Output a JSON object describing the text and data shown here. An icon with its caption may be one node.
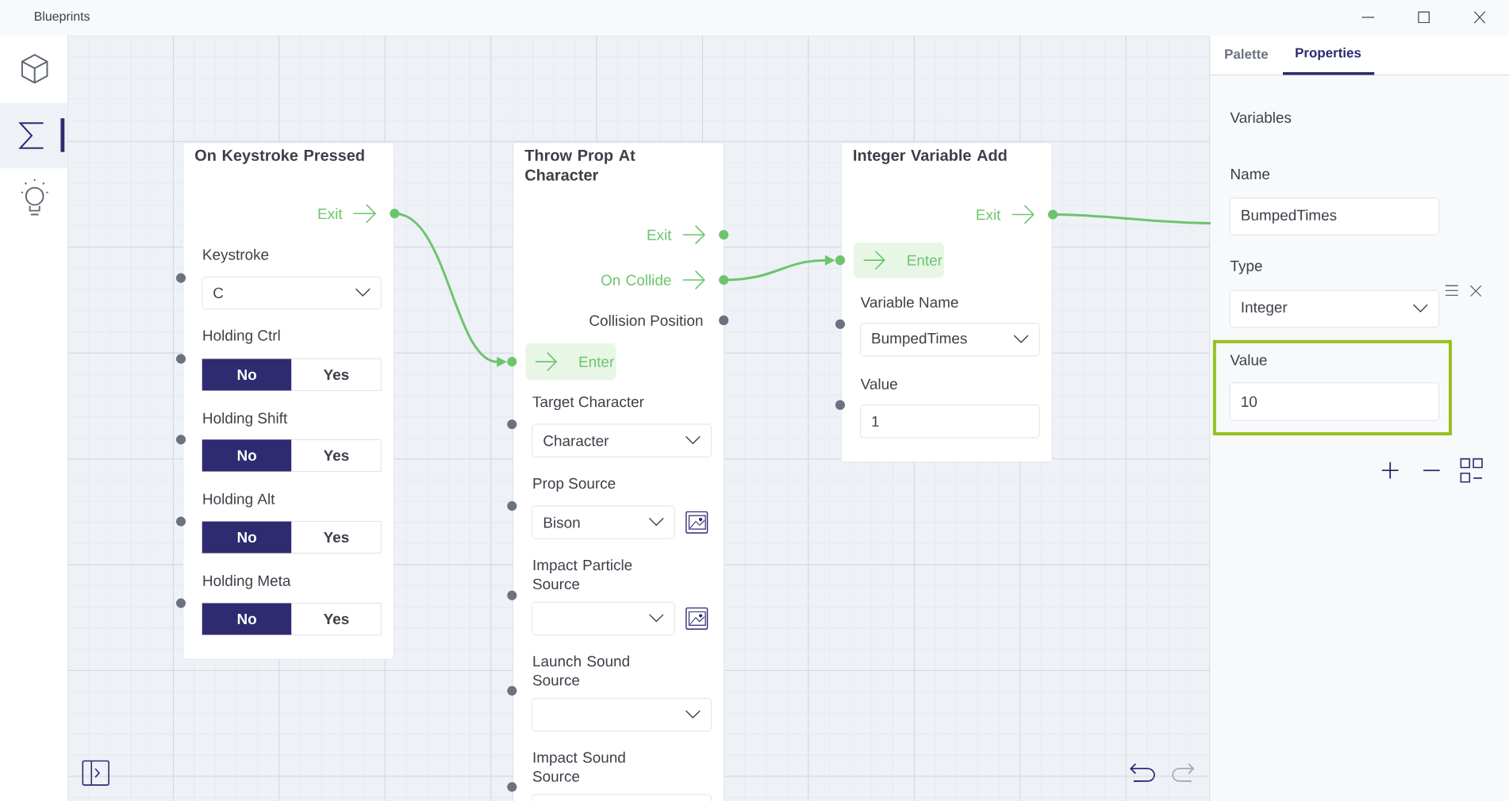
{
  "diagram": {
    "title": "Blueprints",
    "nodes": [
      {
        "text": [
          "On Keystroke Pressed"
        ]
      },
      {
        "text": [
          "Exit"
        ],
        "in": 0
      },
      {
        "text": [
          "Throw Prop At Character"
        ]
      },
      {
        "text": [
          "Exit"
        ],
        "in": 2
      },
      {
        "text": [
          "On Collide"
        ],
        "in": 2
      },
      {
        "text": [
          "Enter"
        ],
        "in": 2
      },
      {
        "text": [
          "Integer Variable Add"
        ]
      },
      {
        "text": [
          "Exit"
        ],
        "in": 6
      },
      {
        "text": [
          "Enter"
        ],
        "in": 6
      }
    ],
    "edges": [
      {
        "from": 1,
        "to": 5,
        "arrow": "to"
      },
      {
        "from": 4,
        "to": 8,
        "arrow": "to"
      },
      {
        "from": 7,
        "to": null,
        "arrow": "none"
      }
    ],
    "labels": [
      "Keystroke",
      "C",
      "Holding Ctrl",
      "No",
      "Yes",
      "Holding Shift",
      "No",
      "Yes",
      "Holding Alt",
      "No",
      "Yes",
      "Holding Meta",
      "No",
      "Yes",
      "Collision Position",
      "Target Character",
      "Character",
      "Prop Source",
      "Bison",
      "Impact Particle Source",
      "Launch Sound Source",
      "Impact Sound Source",
      "Variable Name",
      "BumpedTimes",
      "Value",
      "1",
      "Palette",
      "Properties",
      "Variables",
      "Name",
      "BumpedTimes",
      "Type",
      "Integer",
      "Value",
      "10"
    ]
  }
}
